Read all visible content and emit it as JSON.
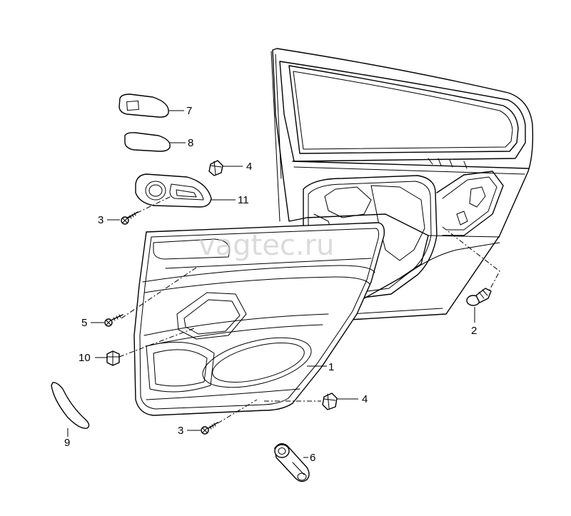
{
  "watermark": "vagtec.ru",
  "callouts": {
    "c1": "1",
    "c2": "2",
    "c3a": "3",
    "c3b": "3",
    "c4a": "4",
    "c4b": "4",
    "c5": "5",
    "c6": "6",
    "c7": "7",
    "c8": "8",
    "c9": "9",
    "c10": "10",
    "c11": "11"
  }
}
